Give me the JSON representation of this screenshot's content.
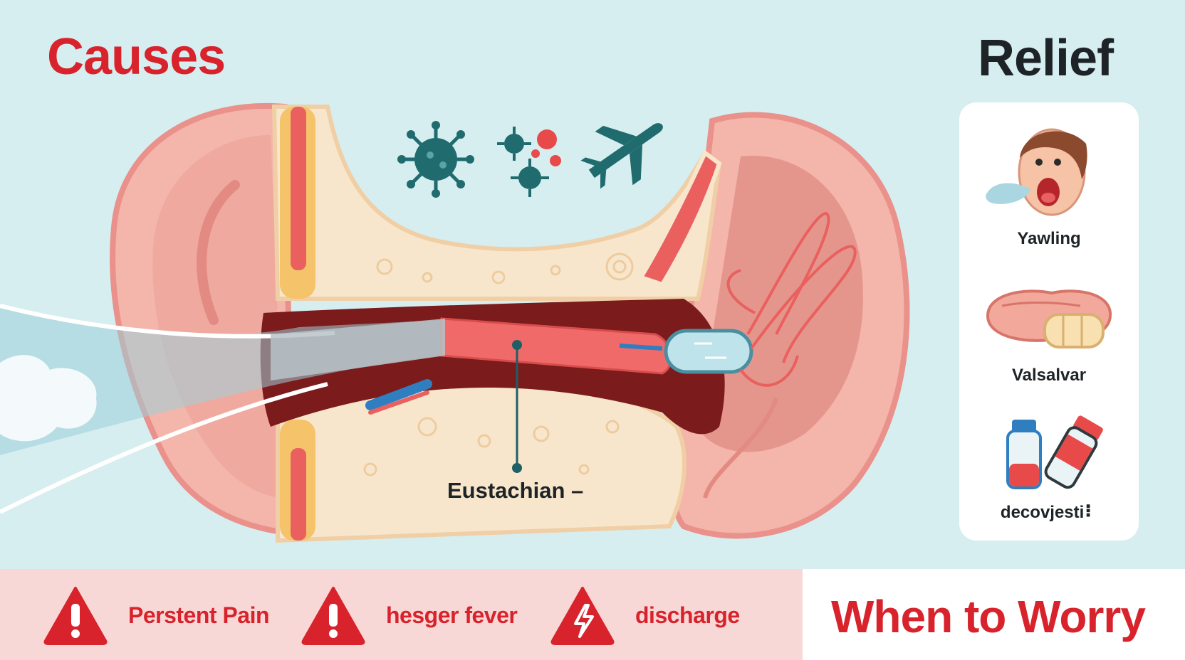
{
  "headings": {
    "causes": "Causes",
    "relief": "Relief",
    "worry": "When to Worry"
  },
  "diagram": {
    "tube_label": "Eustachian –"
  },
  "cause_icons": [
    "virus-icon",
    "bacteria-icon",
    "airplane-icon"
  ],
  "relief_items": [
    {
      "label": "Yawling",
      "icon": "yawning-face-icon"
    },
    {
      "label": "Valsalvar",
      "icon": "pinched-nose-icon"
    },
    {
      "label": "decovjesti⠇",
      "icon": "decongestant-bottles-icon"
    }
  ],
  "warnings": [
    {
      "label": "Perstent Pain",
      "icon": "warning-exclamation-icon"
    },
    {
      "label": "hesger fever",
      "icon": "warning-exclamation-icon"
    },
    {
      "label": "discharge",
      "icon": "warning-lightning-icon"
    }
  ],
  "colors": {
    "background": "#d6eef0",
    "accent_red": "#d8232c",
    "teal": "#1f6b6e",
    "skin": "#f4b5aa",
    "bone": "#f8e6cc",
    "warning_strip": "#f8d8d6"
  }
}
